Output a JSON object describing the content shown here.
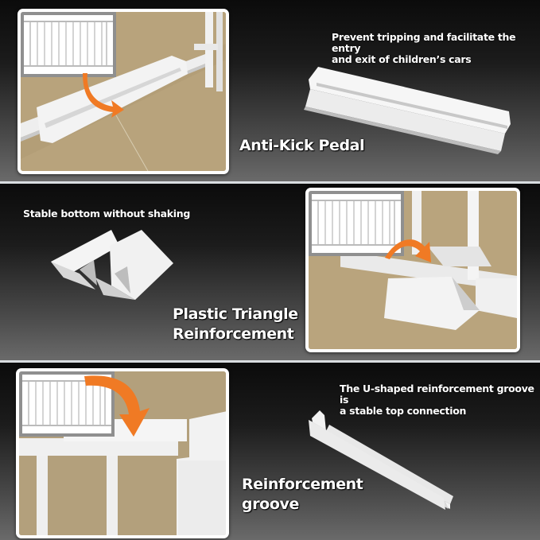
{
  "sections": [
    {
      "id": "anti-kick-pedal",
      "title": "Anti-Kick Pedal",
      "description": "Prevent tripping and facilitate the entry and exit of children’s cars",
      "description_lines": [
        "Prevent tripping and facilitate the entry",
        "and exit of children’s cars"
      ],
      "photo": "gate bottom rail with white anti-kick pedal on floor",
      "product": "white anti-kick pedal with center groove"
    },
    {
      "id": "plastic-triangle",
      "title": "Plastic Triangle Reinforcement",
      "title_lines": [
        "Plastic Triangle",
        "Reinforcement"
      ],
      "description": "Stable bottom without shaking",
      "photo": "triangle support under gate post",
      "product": "white plastic double triangle support"
    },
    {
      "id": "reinforcement-groove",
      "title": "Reinforcement groove",
      "title_lines": [
        "Reinforcement",
        "groove"
      ],
      "description": "The U-shaped reinforcement groove is a stable top connection",
      "description_lines": [
        "The U-shaped reinforcement groove is",
        "a stable top connection"
      ],
      "photo": "U-groove on top rail of gate",
      "product": "white U-shaped groove channel"
    }
  ],
  "colors": {
    "arrow": "#f07a24",
    "floor": "#b7a47f",
    "frame": "#ffffff",
    "background_top": "#0b0b0b",
    "background_bottom": "#6a6a6a"
  }
}
